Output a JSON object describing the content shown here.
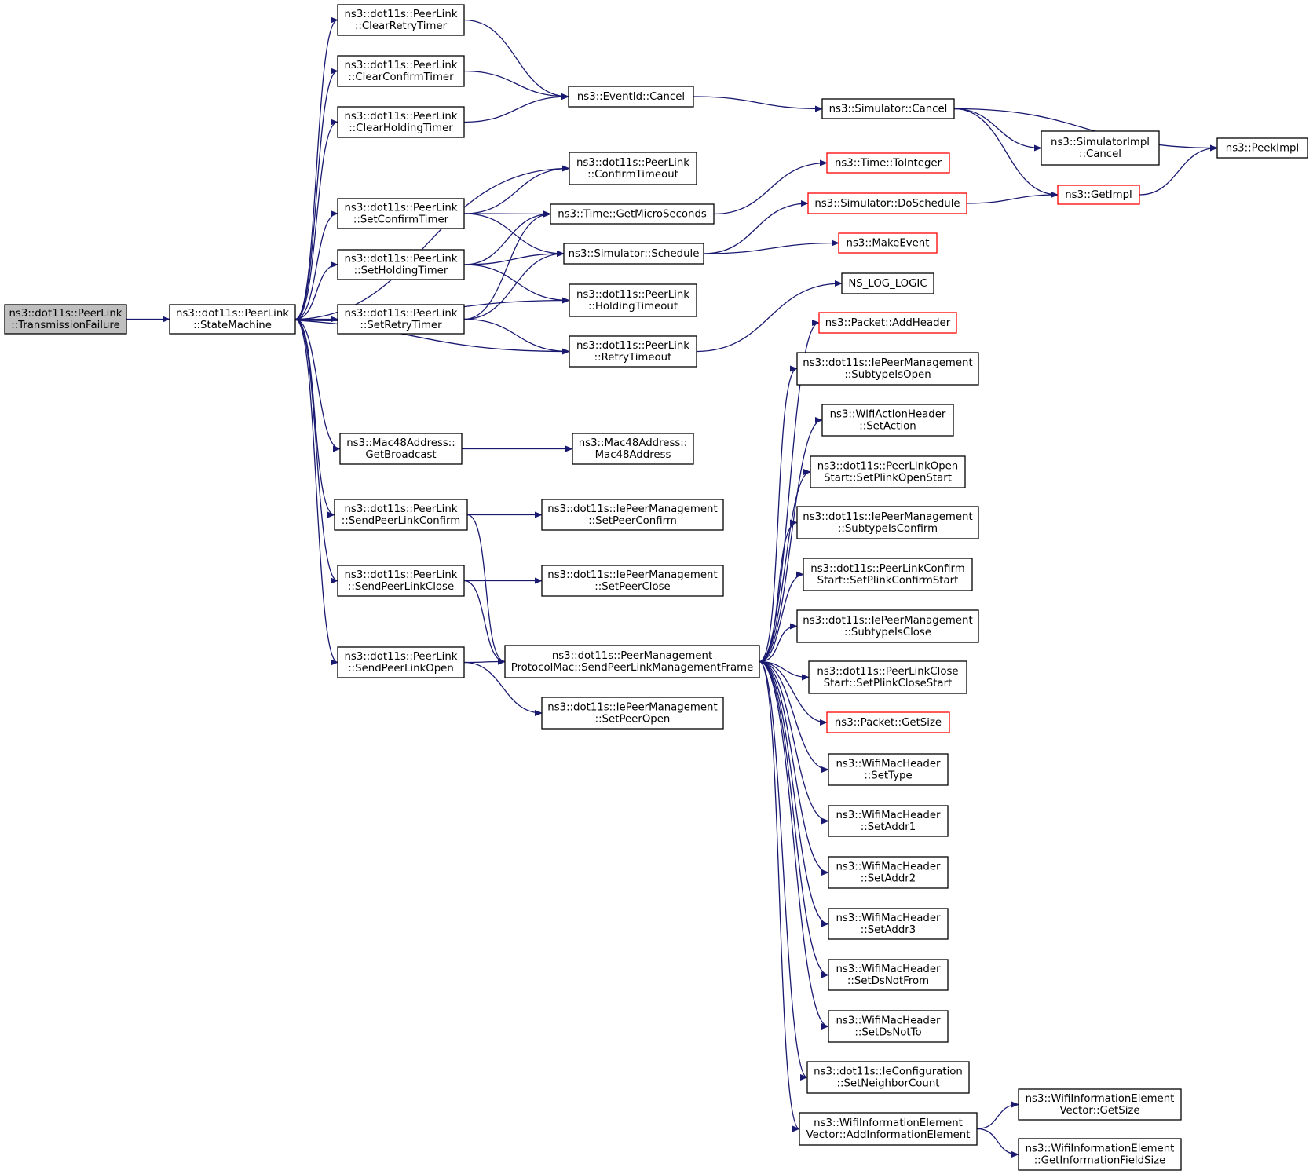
{
  "colors": {
    "edge": "#191970",
    "node_border": "#000000",
    "node_border_external": "#ff0000",
    "root_fill": "#bfbfbf",
    "node_fill": "#ffffff"
  },
  "nodes": [
    {
      "id": "transmission_failure",
      "lines": [
        "ns3::dot11s::PeerLink",
        "::TransmissionFailure"
      ],
      "root": true
    },
    {
      "id": "state_machine",
      "lines": [
        "ns3::dot11s::PeerLink",
        "::StateMachine"
      ]
    },
    {
      "id": "clear_retry_timer",
      "lines": [
        "ns3::dot11s::PeerLink",
        "::ClearRetryTimer"
      ]
    },
    {
      "id": "clear_confirm_timer",
      "lines": [
        "ns3::dot11s::PeerLink",
        "::ClearConfirmTimer"
      ]
    },
    {
      "id": "clear_holding_timer",
      "lines": [
        "ns3::dot11s::PeerLink",
        "::ClearHoldingTimer"
      ]
    },
    {
      "id": "set_confirm_timer",
      "lines": [
        "ns3::dot11s::PeerLink",
        "::SetConfirmTimer"
      ]
    },
    {
      "id": "set_holding_timer",
      "lines": [
        "ns3::dot11s::PeerLink",
        "::SetHoldingTimer"
      ]
    },
    {
      "id": "set_retry_timer",
      "lines": [
        "ns3::dot11s::PeerLink",
        "::SetRetryTimer"
      ]
    },
    {
      "id": "mac48_get_broadcast",
      "lines": [
        "ns3::Mac48Address::",
        "GetBroadcast"
      ]
    },
    {
      "id": "send_peer_link_confirm",
      "lines": [
        "ns3::dot11s::PeerLink",
        "::SendPeerLinkConfirm"
      ]
    },
    {
      "id": "send_peer_link_close",
      "lines": [
        "ns3::dot11s::PeerLink",
        "::SendPeerLinkClose"
      ]
    },
    {
      "id": "send_peer_link_open",
      "lines": [
        "ns3::dot11s::PeerLink",
        "::SendPeerLinkOpen"
      ]
    },
    {
      "id": "eventid_cancel",
      "lines": [
        "ns3::EventId::Cancel"
      ]
    },
    {
      "id": "confirm_timeout",
      "lines": [
        "ns3::dot11s::PeerLink",
        "::ConfirmTimeout"
      ]
    },
    {
      "id": "time_get_micro_seconds",
      "lines": [
        "ns3::Time::GetMicroSeconds"
      ]
    },
    {
      "id": "simulator_schedule",
      "lines": [
        "ns3::Simulator::Schedule"
      ]
    },
    {
      "id": "holding_timeout",
      "lines": [
        "ns3::dot11s::PeerLink",
        "::HoldingTimeout"
      ]
    },
    {
      "id": "retry_timeout",
      "lines": [
        "ns3::dot11s::PeerLink",
        "::RetryTimeout"
      ]
    },
    {
      "id": "mac48_address",
      "lines": [
        "ns3::Mac48Address::",
        "Mac48Address"
      ]
    },
    {
      "id": "set_peer_confirm",
      "lines": [
        "ns3::dot11s::IePeerManagement",
        "::SetPeerConfirm"
      ]
    },
    {
      "id": "set_peer_close",
      "lines": [
        "ns3::dot11s::IePeerManagement",
        "::SetPeerClose"
      ]
    },
    {
      "id": "send_mgmt_frame",
      "lines": [
        "ns3::dot11s::PeerManagement",
        "ProtocolMac::SendPeerLinkManagementFrame"
      ]
    },
    {
      "id": "set_peer_open",
      "lines": [
        "ns3::dot11s::IePeerManagement",
        "::SetPeerOpen"
      ]
    },
    {
      "id": "simulator_cancel",
      "lines": [
        "ns3::Simulator::Cancel"
      ]
    },
    {
      "id": "time_to_integer",
      "lines": [
        "ns3::Time::ToInteger"
      ],
      "external": true
    },
    {
      "id": "simulator_do_schedule",
      "lines": [
        "ns3::Simulator::DoSchedule"
      ],
      "external": true
    },
    {
      "id": "make_event",
      "lines": [
        "ns3::MakeEvent"
      ],
      "external": true
    },
    {
      "id": "ns_log_logic",
      "lines": [
        "NS_LOG_LOGIC"
      ]
    },
    {
      "id": "packet_add_header",
      "lines": [
        "ns3::Packet::AddHeader"
      ],
      "external": true
    },
    {
      "id": "subtype_is_open",
      "lines": [
        "ns3::dot11s::IePeerManagement",
        "::SubtypeIsOpen"
      ]
    },
    {
      "id": "wifi_action_set_action",
      "lines": [
        "ns3::WifiActionHeader",
        "::SetAction"
      ]
    },
    {
      "id": "set_plink_open_start",
      "lines": [
        "ns3::dot11s::PeerLinkOpen",
        "Start::SetPlinkOpenStart"
      ]
    },
    {
      "id": "subtype_is_confirm",
      "lines": [
        "ns3::dot11s::IePeerManagement",
        "::SubtypeIsConfirm"
      ]
    },
    {
      "id": "set_plink_confirm_start",
      "lines": [
        "ns3::dot11s::PeerLinkConfirm",
        "Start::SetPlinkConfirmStart"
      ]
    },
    {
      "id": "subtype_is_close",
      "lines": [
        "ns3::dot11s::IePeerManagement",
        "::SubtypeIsClose"
      ]
    },
    {
      "id": "set_plink_close_start",
      "lines": [
        "ns3::dot11s::PeerLinkClose",
        "Start::SetPlinkCloseStart"
      ]
    },
    {
      "id": "packet_get_size",
      "lines": [
        "ns3::Packet::GetSize"
      ],
      "external": true
    },
    {
      "id": "wifimac_set_type",
      "lines": [
        "ns3::WifiMacHeader",
        "::SetType"
      ]
    },
    {
      "id": "wifimac_set_addr1",
      "lines": [
        "ns3::WifiMacHeader",
        "::SetAddr1"
      ]
    },
    {
      "id": "wifimac_set_addr2",
      "lines": [
        "ns3::WifiMacHeader",
        "::SetAddr2"
      ]
    },
    {
      "id": "wifimac_set_addr3",
      "lines": [
        "ns3::WifiMacHeader",
        "::SetAddr3"
      ]
    },
    {
      "id": "wifimac_set_ds_not_from",
      "lines": [
        "ns3::WifiMacHeader",
        "::SetDsNotFrom"
      ]
    },
    {
      "id": "wifimac_set_ds_not_to",
      "lines": [
        "ns3::WifiMacHeader",
        "::SetDsNotTo"
      ]
    },
    {
      "id": "ieconfig_set_neighbor_count",
      "lines": [
        "ns3::dot11s::IeConfiguration",
        "::SetNeighborCount"
      ]
    },
    {
      "id": "add_information_element",
      "lines": [
        "ns3::WifiInformationElement",
        "Vector::AddInformationElement"
      ]
    },
    {
      "id": "simulator_impl_cancel",
      "lines": [
        "ns3::SimulatorImpl",
        "::Cancel"
      ]
    },
    {
      "id": "get_impl",
      "lines": [
        "ns3::GetImpl"
      ],
      "external": true
    },
    {
      "id": "peek_impl",
      "lines": [
        "ns3::PeekImpl"
      ]
    },
    {
      "id": "wie_vector_get_size",
      "lines": [
        "ns3::WifiInformationElement",
        "Vector::GetSize"
      ]
    },
    {
      "id": "wie_get_information_field_size",
      "lines": [
        "ns3::WifiInformationElement",
        "::GetInformationFieldSize"
      ]
    }
  ],
  "edges": [
    [
      "transmission_failure",
      "state_machine"
    ],
    [
      "state_machine",
      "clear_retry_timer"
    ],
    [
      "state_machine",
      "clear_confirm_timer"
    ],
    [
      "state_machine",
      "clear_holding_timer"
    ],
    [
      "state_machine",
      "set_confirm_timer"
    ],
    [
      "state_machine",
      "set_holding_timer"
    ],
    [
      "state_machine",
      "set_retry_timer"
    ],
    [
      "state_machine",
      "mac48_get_broadcast"
    ],
    [
      "state_machine",
      "send_peer_link_confirm"
    ],
    [
      "state_machine",
      "send_peer_link_close"
    ],
    [
      "state_machine",
      "send_peer_link_open"
    ],
    [
      "clear_retry_timer",
      "eventid_cancel"
    ],
    [
      "clear_confirm_timer",
      "eventid_cancel"
    ],
    [
      "clear_holding_timer",
      "eventid_cancel"
    ],
    [
      "eventid_cancel",
      "simulator_cancel"
    ],
    [
      "simulator_cancel",
      "simulator_impl_cancel"
    ],
    [
      "simulator_cancel",
      "get_impl"
    ],
    [
      "simulator_cancel",
      "peek_impl"
    ],
    [
      "get_impl",
      "peek_impl"
    ],
    [
      "confirm_timeout",
      "state_machine"
    ],
    [
      "holding_timeout",
      "state_machine"
    ],
    [
      "retry_timeout",
      "state_machine"
    ],
    [
      "set_confirm_timer",
      "confirm_timeout"
    ],
    [
      "set_confirm_timer",
      "time_get_micro_seconds"
    ],
    [
      "set_confirm_timer",
      "simulator_schedule"
    ],
    [
      "set_holding_timer",
      "time_get_micro_seconds"
    ],
    [
      "set_holding_timer",
      "simulator_schedule"
    ],
    [
      "set_holding_timer",
      "holding_timeout"
    ],
    [
      "set_retry_timer",
      "time_get_micro_seconds"
    ],
    [
      "set_retry_timer",
      "simulator_schedule"
    ],
    [
      "set_retry_timer",
      "retry_timeout"
    ],
    [
      "time_get_micro_seconds",
      "time_to_integer"
    ],
    [
      "simulator_schedule",
      "simulator_do_schedule"
    ],
    [
      "simulator_schedule",
      "make_event"
    ],
    [
      "simulator_do_schedule",
      "get_impl"
    ],
    [
      "retry_timeout",
      "ns_log_logic"
    ],
    [
      "mac48_get_broadcast",
      "mac48_address"
    ],
    [
      "send_peer_link_confirm",
      "set_peer_confirm"
    ],
    [
      "send_peer_link_confirm",
      "send_mgmt_frame"
    ],
    [
      "send_peer_link_close",
      "set_peer_close"
    ],
    [
      "send_peer_link_close",
      "send_mgmt_frame"
    ],
    [
      "send_peer_link_open",
      "send_mgmt_frame"
    ],
    [
      "send_peer_link_open",
      "set_peer_open"
    ],
    [
      "send_mgmt_frame",
      "packet_add_header"
    ],
    [
      "send_mgmt_frame",
      "subtype_is_open"
    ],
    [
      "send_mgmt_frame",
      "wifi_action_set_action"
    ],
    [
      "send_mgmt_frame",
      "set_plink_open_start"
    ],
    [
      "send_mgmt_frame",
      "subtype_is_confirm"
    ],
    [
      "send_mgmt_frame",
      "set_plink_confirm_start"
    ],
    [
      "send_mgmt_frame",
      "subtype_is_close"
    ],
    [
      "send_mgmt_frame",
      "set_plink_close_start"
    ],
    [
      "send_mgmt_frame",
      "packet_get_size"
    ],
    [
      "send_mgmt_frame",
      "wifimac_set_type"
    ],
    [
      "send_mgmt_frame",
      "wifimac_set_addr1"
    ],
    [
      "send_mgmt_frame",
      "wifimac_set_addr2"
    ],
    [
      "send_mgmt_frame",
      "wifimac_set_addr3"
    ],
    [
      "send_mgmt_frame",
      "wifimac_set_ds_not_from"
    ],
    [
      "send_mgmt_frame",
      "wifimac_set_ds_not_to"
    ],
    [
      "send_mgmt_frame",
      "ieconfig_set_neighbor_count"
    ],
    [
      "send_mgmt_frame",
      "add_information_element"
    ],
    [
      "add_information_element",
      "wie_vector_get_size"
    ],
    [
      "add_information_element",
      "wie_get_information_field_size"
    ]
  ]
}
